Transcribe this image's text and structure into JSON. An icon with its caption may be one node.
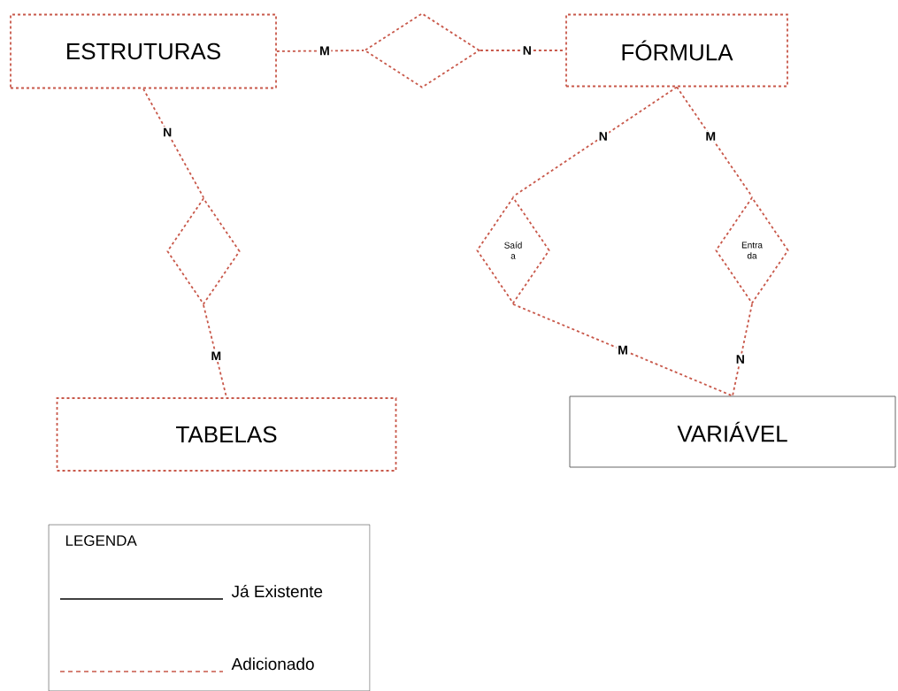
{
  "diagram": {
    "nodes": [
      {
        "text": [
          "ESTRUTURAS"
        ]
      },
      {
        "text": [
          "FÓRMULA"
        ]
      },
      {
        "text": [],
        "shape": "diamond"
      },
      {
        "text": [],
        "shape": "diamond"
      },
      {
        "text": [
          "TABELAS"
        ]
      },
      {
        "text": [
          "Saíd a"
        ]
      },
      {
        "text": [
          "Entra da"
        ]
      },
      {
        "text": [
          "VARIÁVEL"
        ]
      }
    ],
    "edges": [
      {
        "from": 0,
        "to": 2,
        "arrow": "none",
        "label": "M",
        "style": "dashed"
      },
      {
        "from": 2,
        "to": 1,
        "arrow": "none",
        "label": "N",
        "style": "dashed"
      },
      {
        "from": 0,
        "to": 3,
        "arrow": "none",
        "label": "N",
        "style": "dashed"
      },
      {
        "from": 3,
        "to": 4,
        "arrow": "none",
        "label": "M",
        "style": "dashed"
      },
      {
        "from": 1,
        "to": 5,
        "arrow": "none",
        "label": "N",
        "style": "dashed"
      },
      {
        "from": 1,
        "to": 6,
        "arrow": "none",
        "label": "M",
        "style": "dashed"
      },
      {
        "from": 5,
        "to": 7,
        "arrow": "none",
        "label": "M",
        "style": "dashed"
      },
      {
        "from": 6,
        "to": 7,
        "arrow": "none",
        "label": "N",
        "style": "dashed"
      }
    ],
    "labels": [
      "LEGENDA"
    ],
    "legend": [
      {
        "text": "Já Existente"
      },
      {
        "text": "Adicionado"
      }
    ]
  }
}
